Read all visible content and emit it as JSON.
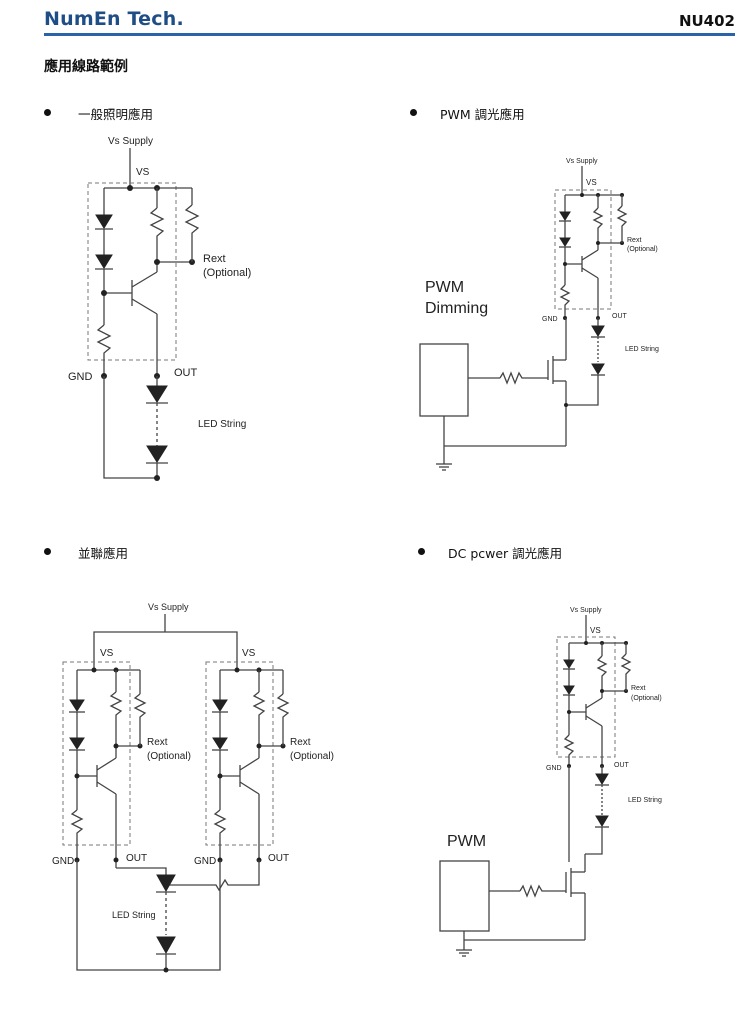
{
  "header": {
    "brand": "NumEn Tech.",
    "doc_id": "NU402"
  },
  "section_title": "應用線路範例",
  "items": [
    {
      "label": "一般照明應用"
    },
    {
      "label": "PWM 調光應用"
    },
    {
      "label": "並聯應用"
    },
    {
      "label": "DC pcwer 調光應用"
    }
  ],
  "circuit_labels": {
    "vs_supply": "Vs Supply",
    "vs": "VS",
    "rext": "Rext",
    "optional": "(Optional)",
    "gnd": "GND",
    "out": "OUT",
    "led_string": "LED String",
    "pwm": "PWM",
    "dimming": "Dimming"
  }
}
